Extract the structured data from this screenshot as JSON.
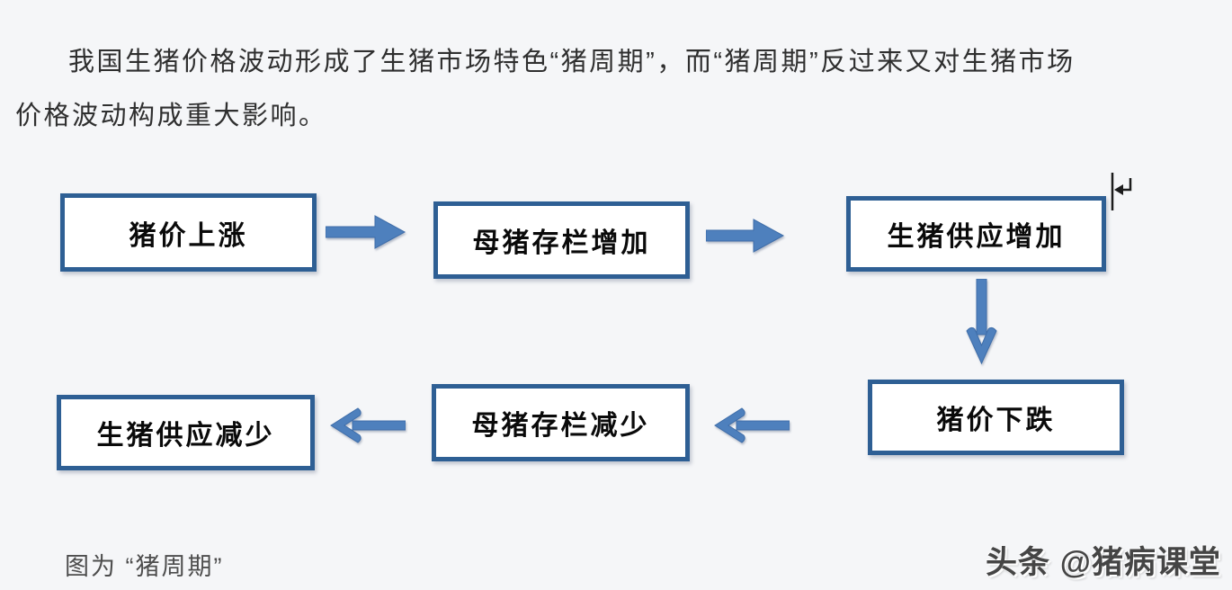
{
  "page": {
    "background_color": "#f5f6f8",
    "paragraph": {
      "line1": "我国生猪价格波动形成了生猪市场特色“猪周期”，而“猪周期”反过来又对生猪市场",
      "line2": "价格波动构成重大影响。"
    },
    "caption": "图为 “猪周期”",
    "watermark": "头条 @猪病课堂"
  },
  "flowchart": {
    "box_border_color": "#2e5f94",
    "arrow_color": "#4e80bd",
    "boxes": [
      {
        "id": "pig-price-rise",
        "label": "猪价上涨"
      },
      {
        "id": "sow-inventory-increase",
        "label": "母猪存栏增加"
      },
      {
        "id": "pig-supply-increase",
        "label": "生猪供应增加"
      },
      {
        "id": "pig-price-fall",
        "label": "猪价下跌"
      },
      {
        "id": "sow-inventory-decrease",
        "label": "母猪存栏减少"
      },
      {
        "id": "pig-supply-decrease",
        "label": "生猪供应减少"
      }
    ],
    "arrows": [
      {
        "id": "arrow-rise-to-sow-increase",
        "direction": "right"
      },
      {
        "id": "arrow-sow-increase-to-supply-increase",
        "direction": "right"
      },
      {
        "id": "arrow-supply-increase-to-price-fall",
        "direction": "down"
      },
      {
        "id": "arrow-price-fall-to-sow-decrease",
        "direction": "left"
      },
      {
        "id": "arrow-sow-decrease-to-supply-decrease",
        "direction": "left"
      }
    ],
    "cursor_mark": "paragraph-return-cursor"
  }
}
